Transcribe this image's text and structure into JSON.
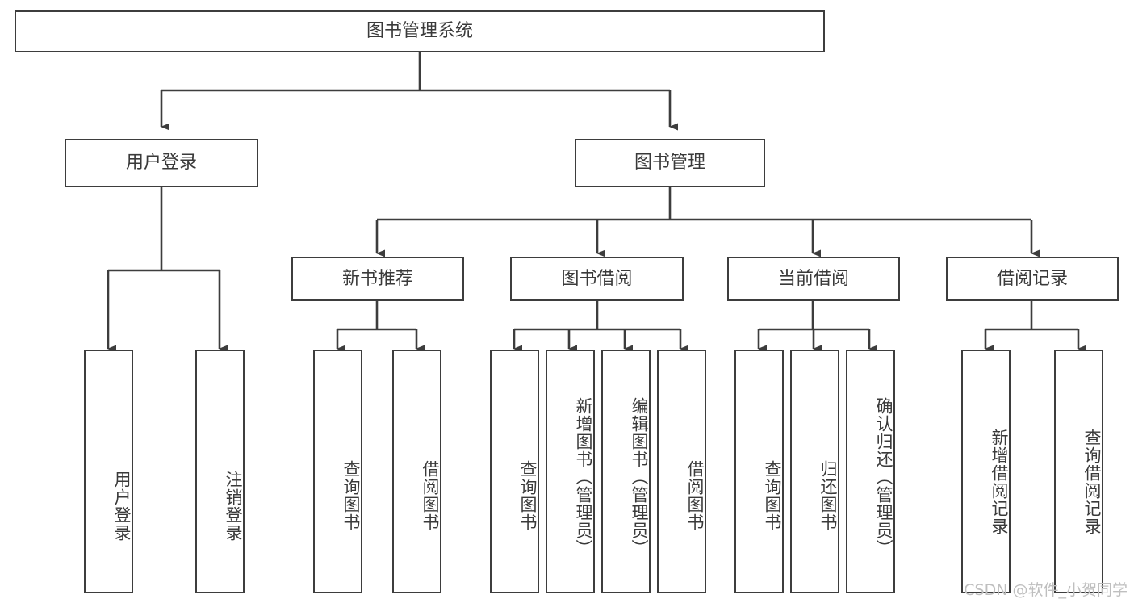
{
  "diagram": {
    "title": "图书管理系统",
    "type": "tree",
    "orientation": "top-down",
    "colors": {
      "box_border": "#3d3d3d",
      "box_fill": "#ffffff",
      "text": "#3a3a3a",
      "edge": "#3d3d3d",
      "watermark": "#bfbfbf",
      "background": "#ffffff"
    },
    "root": {
      "label": "图书管理系统"
    },
    "level2": [
      {
        "label": "用户登录"
      },
      {
        "label": "图书管理"
      }
    ],
    "level3": [
      {
        "label": "新书推荐"
      },
      {
        "label": "图书借阅"
      },
      {
        "label": "当前借阅"
      },
      {
        "label": "借阅记录"
      }
    ],
    "leaves": {
      "user_login": [
        {
          "label": "用户登录"
        },
        {
          "label": "注销登录"
        }
      ],
      "new_book_recommend": [
        {
          "label": "查询图书"
        },
        {
          "label": "借阅图书"
        }
      ],
      "book_borrow": [
        {
          "label": "查询图书"
        },
        {
          "label": "新增图书（管理员）"
        },
        {
          "label": "编辑图书（管理员）"
        },
        {
          "label": "借阅图书"
        }
      ],
      "current_borrow": [
        {
          "label": "查询图书"
        },
        {
          "label": "归还图书"
        },
        {
          "label": "确认归还（管理员）"
        }
      ],
      "borrow_record": [
        {
          "label": "新增借阅记录"
        },
        {
          "label": "查询借阅记录"
        }
      ]
    }
  },
  "watermark": {
    "text": "CSDN @软件_小贺同学"
  }
}
